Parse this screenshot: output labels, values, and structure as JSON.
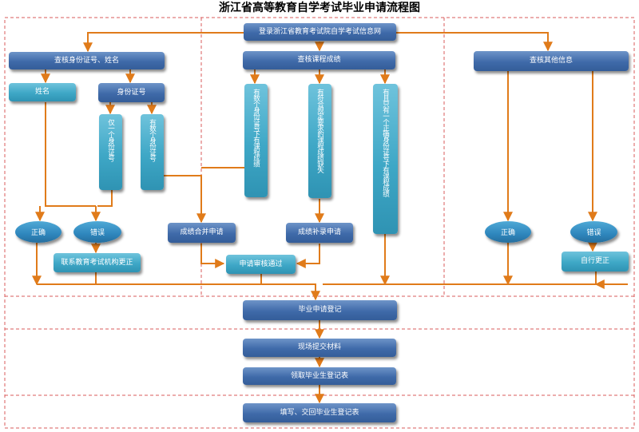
{
  "title": "浙江省高等教育自学考试毕业申请流程图",
  "colors": {
    "arrow": "#e07b1a",
    "frame": "#d95b5b",
    "box": "#3f6aa9",
    "box_light": "#3ea7c6"
  },
  "nodes": {
    "login": "登录浙江省教育考试院自学考试信息网",
    "check_id": "查核身份证号、姓名",
    "check_grades": "查核课程成绩",
    "check_other": "查核其他信息",
    "name": "姓名",
    "id_number": "身份证号",
    "only_one_id": "仅一个身份证号",
    "multiple_ids": "有数个身份证号",
    "multi_id_grades": "有数个身份证号下有课程成绩",
    "missing_grades": "有符合规定要求的课程成绩缺失",
    "single_id_grades": "有且只有一个正确身份证号下有课程成绩",
    "correct_left": "正确",
    "error_left": "错误",
    "contact_agency": "联系教育考试机构更正",
    "merge_grades": "成绩合并申请",
    "supplement_grades": "成绩补录申请",
    "review_passed": "申请审核通过",
    "correct_right": "正确",
    "error_right": "错误",
    "self_correct": "自行更正",
    "graduation_register": "毕业申请登记",
    "submit_materials": "现场提交材料",
    "receive_form": "领取毕业生登记表",
    "fill_return": "填写、交回毕业生登记表"
  }
}
